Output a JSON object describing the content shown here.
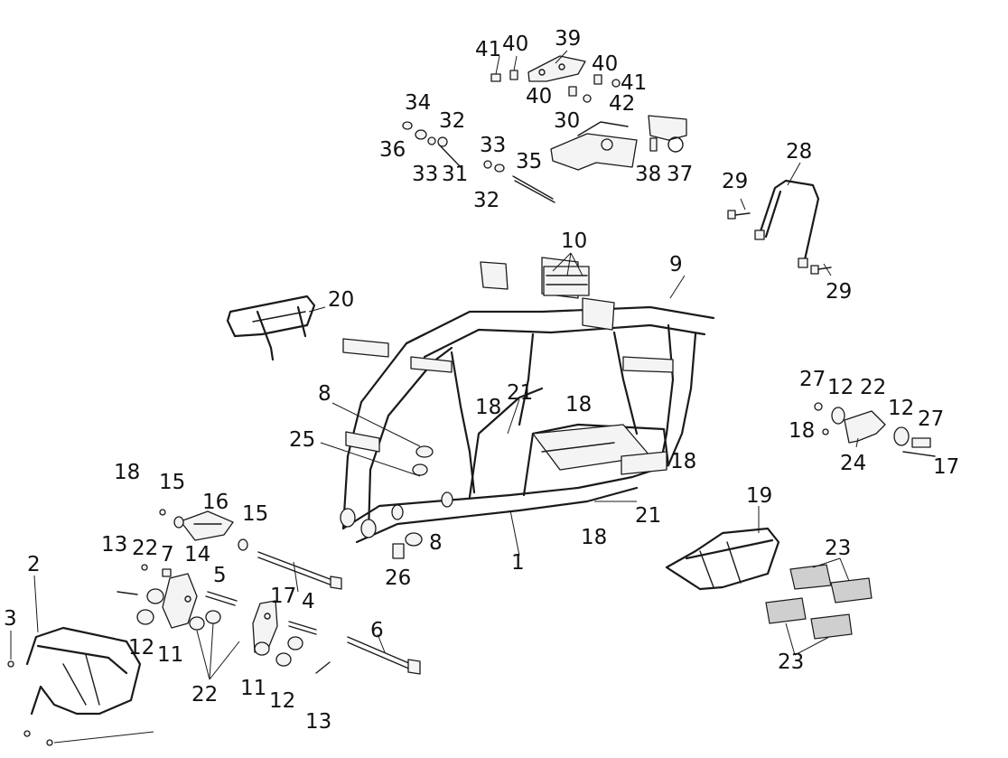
{
  "diagram": {
    "callouts": [
      {
        "id": "c1",
        "text": "1"
      },
      {
        "id": "c2",
        "text": "2"
      },
      {
        "id": "c3",
        "text": "3"
      },
      {
        "id": "c4",
        "text": "4"
      },
      {
        "id": "c5",
        "text": "5"
      },
      {
        "id": "c6",
        "text": "6"
      },
      {
        "id": "c7",
        "text": "7"
      },
      {
        "id": "c8a",
        "text": "8"
      },
      {
        "id": "c8b",
        "text": "8"
      },
      {
        "id": "c9",
        "text": "9"
      },
      {
        "id": "c10",
        "text": "10"
      },
      {
        "id": "c11a",
        "text": "11"
      },
      {
        "id": "c11b",
        "text": "11"
      },
      {
        "id": "c12a",
        "text": "12"
      },
      {
        "id": "c12b",
        "text": "12"
      },
      {
        "id": "c12c",
        "text": "12"
      },
      {
        "id": "c12d",
        "text": "12"
      },
      {
        "id": "c13a",
        "text": "13"
      },
      {
        "id": "c13b",
        "text": "13"
      },
      {
        "id": "c14",
        "text": "14"
      },
      {
        "id": "c15a",
        "text": "15"
      },
      {
        "id": "c15b",
        "text": "15"
      },
      {
        "id": "c16",
        "text": "16"
      },
      {
        "id": "c17a",
        "text": "17"
      },
      {
        "id": "c17b",
        "text": "17"
      },
      {
        "id": "c18a",
        "text": "18"
      },
      {
        "id": "c18b",
        "text": "18"
      },
      {
        "id": "c18c",
        "text": "18"
      },
      {
        "id": "c18d",
        "text": "18"
      },
      {
        "id": "c18e",
        "text": "18"
      },
      {
        "id": "c18f",
        "text": "18"
      },
      {
        "id": "c19",
        "text": "19"
      },
      {
        "id": "c20",
        "text": "20"
      },
      {
        "id": "c21a",
        "text": "21"
      },
      {
        "id": "c21b",
        "text": "21"
      },
      {
        "id": "c22a",
        "text": "22"
      },
      {
        "id": "c22b",
        "text": "22"
      },
      {
        "id": "c22c",
        "text": "22"
      },
      {
        "id": "c23a",
        "text": "23"
      },
      {
        "id": "c23b",
        "text": "23"
      },
      {
        "id": "c24",
        "text": "24"
      },
      {
        "id": "c25",
        "text": "25"
      },
      {
        "id": "c26",
        "text": "26"
      },
      {
        "id": "c27a",
        "text": "27"
      },
      {
        "id": "c27b",
        "text": "27"
      },
      {
        "id": "c28",
        "text": "28"
      },
      {
        "id": "c29a",
        "text": "29"
      },
      {
        "id": "c29b",
        "text": "29"
      },
      {
        "id": "c30",
        "text": "30"
      },
      {
        "id": "c31",
        "text": "31"
      },
      {
        "id": "c32a",
        "text": "32"
      },
      {
        "id": "c32b",
        "text": "32"
      },
      {
        "id": "c33a",
        "text": "33"
      },
      {
        "id": "c33b",
        "text": "33"
      },
      {
        "id": "c34",
        "text": "34"
      },
      {
        "id": "c35",
        "text": "35"
      },
      {
        "id": "c36",
        "text": "36"
      },
      {
        "id": "c37",
        "text": "37"
      },
      {
        "id": "c38",
        "text": "38"
      },
      {
        "id": "c39",
        "text": "39"
      },
      {
        "id": "c40a",
        "text": "40"
      },
      {
        "id": "c40b",
        "text": "40"
      },
      {
        "id": "c40c",
        "text": "40"
      },
      {
        "id": "c41a",
        "text": "41"
      },
      {
        "id": "c41b",
        "text": "41"
      },
      {
        "id": "c42",
        "text": "42"
      }
    ]
  }
}
